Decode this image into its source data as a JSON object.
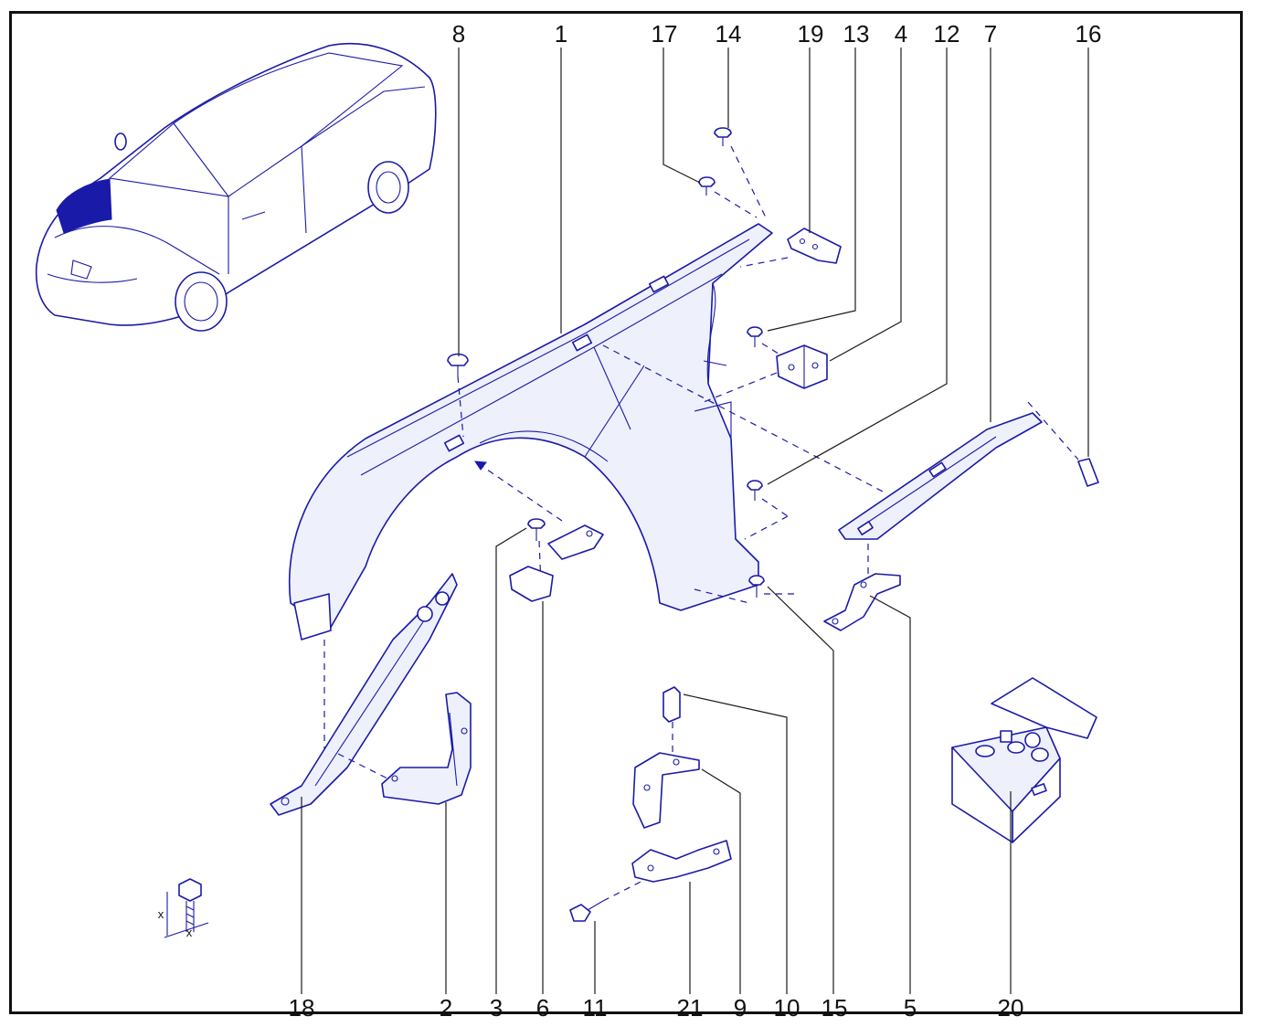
{
  "colors": {
    "line_art": "#1a1aa8",
    "text": "#111111",
    "frame": "#111111",
    "background": "#ffffff"
  },
  "part_numbers": {
    "top": [
      "8",
      "1",
      "17",
      "14",
      "19",
      "13",
      "4",
      "12",
      "7",
      "16"
    ],
    "bottom": [
      "18",
      "2",
      "3",
      "6",
      "11",
      "21",
      "9",
      "10",
      "15",
      "5",
      "20"
    ]
  },
  "legend_marks": {
    "dimension_x_vertical": "x",
    "dimension_x_horizontal": "x"
  }
}
